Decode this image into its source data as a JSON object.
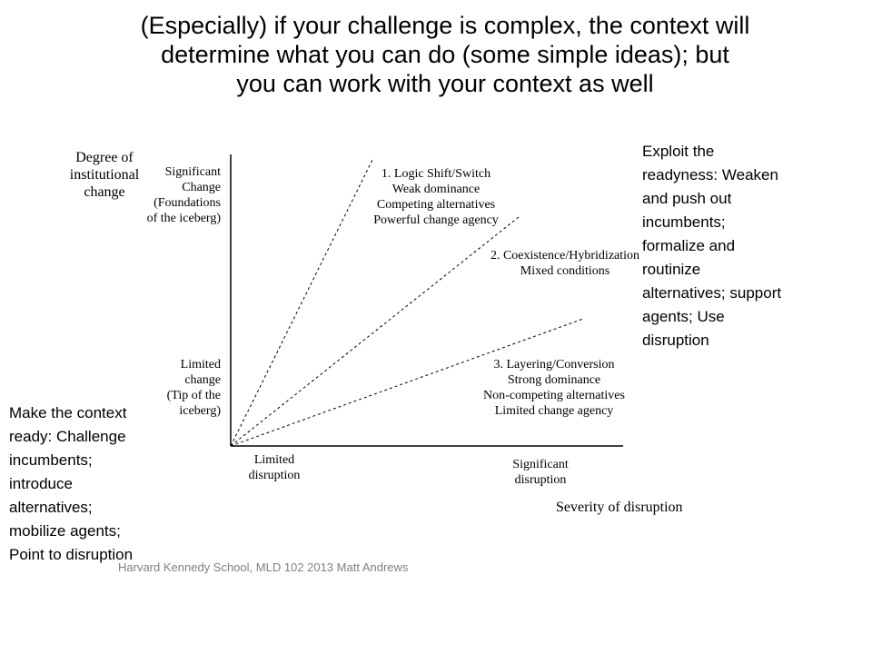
{
  "slide": {
    "title_lines": [
      "(Especially) if your challenge is complex, the context will",
      "determine what you can do (some simple ideas); but",
      "you can work with your context as well"
    ],
    "footer": "Harvard Kennedy School, MLD 102 2013 Matt Andrews"
  },
  "diagram": {
    "y_axis_title_lines": [
      "Degree of",
      "institutional",
      "change"
    ],
    "y_high_lines": [
      "Significant",
      "Change",
      "(Foundations",
      "of the iceberg)"
    ],
    "y_low_lines": [
      "Limited",
      "change",
      "(Tip of the",
      "iceberg)"
    ],
    "x_low_lines": [
      "Limited",
      "disruption"
    ],
    "x_high_lines": [
      "Significant",
      "disruption"
    ],
    "x_axis_title": "Severity of disruption",
    "region_1": {
      "heading": "1. Logic Shift/Switch",
      "lines": [
        "Weak dominance",
        "Competing alternatives",
        "Powerful change agency"
      ]
    },
    "region_2": {
      "heading": "2. Coexistence/Hybridization",
      "lines": [
        "Mixed conditions"
      ]
    },
    "region_3": {
      "heading": "3. Layering/Conversion",
      "lines": [
        "Strong dominance",
        "Non-competing alternatives",
        "Limited change agency"
      ]
    }
  },
  "notes": {
    "right_lines": [
      "Exploit the",
      "readyness: Weaken",
      "and push out",
      "incumbents;",
      "formalize and",
      "routinize",
      "alternatives; support",
      "agents; Use",
      "disruption"
    ],
    "left_lines": [
      "Make the context",
      "ready: Challenge",
      "incumbents;",
      "introduce",
      "alternatives;",
      "mobilize agents;",
      "Point to disruption"
    ]
  }
}
